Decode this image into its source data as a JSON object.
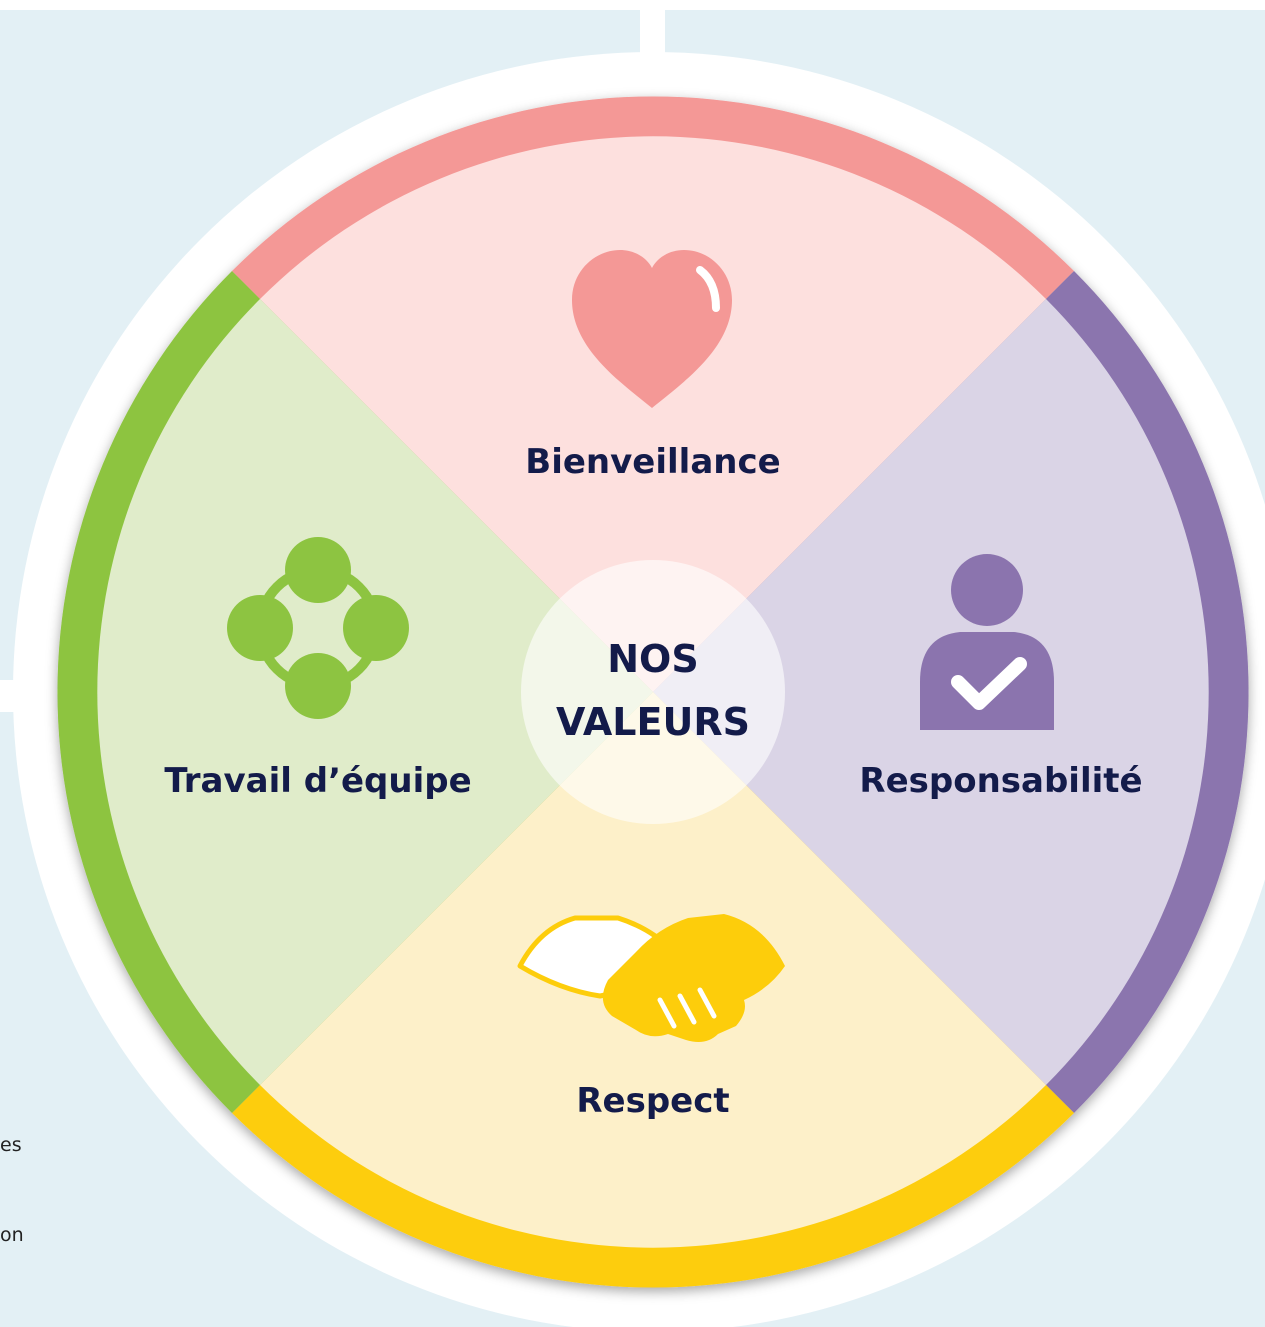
{
  "center": {
    "line1": "NOS",
    "line2": "VALEURS"
  },
  "values": {
    "top": "Bienveillance",
    "right": "Responsabilité",
    "bottom": "Respect",
    "left": "Travail d’équipe"
  },
  "left_fragments": [
    "es",
    "on"
  ],
  "colors": {
    "background_panel": "#e3f0f5",
    "bienveillance_ring": "#f49896",
    "bienveillance_fill": "#fde0de",
    "responsabilite_ring": "#8b74ae",
    "responsabilite_fill": "#dad4e6",
    "respect_ring": "#fdcd0b",
    "respect_fill": "#fdf0c9",
    "travail_ring": "#8dc441",
    "travail_fill": "#e0ecca",
    "label_text": "#131b4a"
  },
  "icons": {
    "top": "heart-icon",
    "right": "person-check-icon",
    "bottom": "handshake-icon",
    "left": "team-network-icon"
  }
}
